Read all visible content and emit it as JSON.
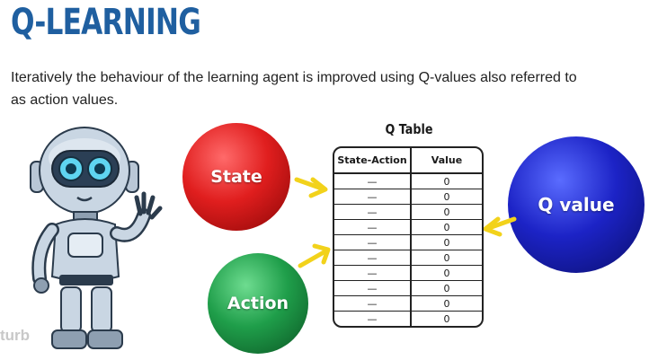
{
  "title": "Q-LEARNING",
  "description": "Iteratively the behaviour of the learning agent is improved using Q-values also referred to as action values.",
  "nodes": {
    "state": "State",
    "action": "Action",
    "q_value": "Q value"
  },
  "qtable": {
    "title": "Q Table",
    "headers": [
      "State-Action",
      "Value"
    ],
    "rows": [
      [
        "—",
        "0"
      ],
      [
        "—",
        "0"
      ],
      [
        "—",
        "0"
      ],
      [
        "—",
        "0"
      ],
      [
        "—",
        "0"
      ],
      [
        "—",
        "0"
      ],
      [
        "—",
        "0"
      ],
      [
        "—",
        "0"
      ],
      [
        "—",
        "0"
      ],
      [
        "—",
        "0"
      ]
    ]
  },
  "watermark": "turb",
  "colors": {
    "title": "#1f5fa0",
    "state": "#e01e1e",
    "action": "#1f9e4a",
    "q_value": "#1c23c6",
    "arrow": "#f2d21b"
  },
  "icons": [
    "robot-icon",
    "arrow-right-icon",
    "arrow-left-icon"
  ]
}
